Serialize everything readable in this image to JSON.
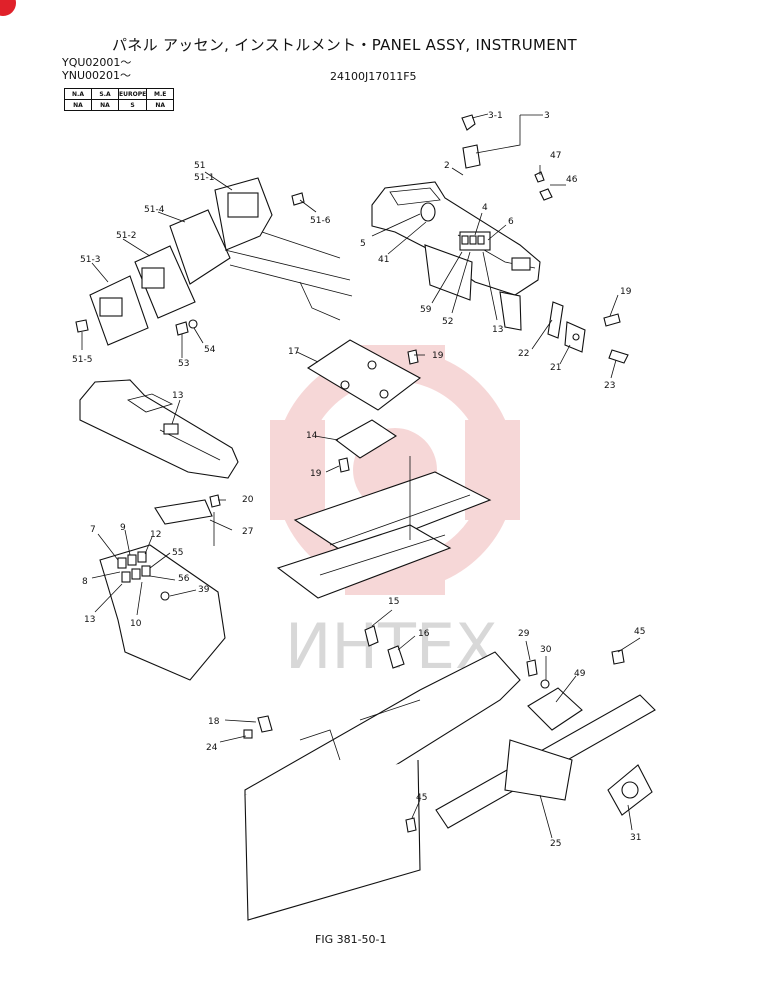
{
  "header": {
    "title": "パネル アッセン, インストルメント・PANEL ASSY, INSTRUMENT",
    "serial_1": "YQU02001～",
    "serial_2": "YNU00201～",
    "part_code": "24100J17011F5"
  },
  "applicability": {
    "headers": [
      "N.A",
      "S.A",
      "EUROPE",
      "M.E"
    ],
    "values": [
      "NA",
      "NA",
      "S",
      "NA"
    ]
  },
  "callouts": {
    "c3_1": "3-1",
    "c3": "3",
    "c2": "2",
    "c47": "47",
    "c46": "46",
    "c4": "4",
    "c6": "6",
    "c5": "5",
    "c41": "41",
    "c59": "59",
    "c52": "52",
    "c13a": "13",
    "c19a": "19",
    "c22": "22",
    "c21": "21",
    "c23": "23",
    "c51": "51",
    "c51_1": "51-1",
    "c51_4": "51-4",
    "c51_6": "51-6",
    "c51_2": "51-2",
    "c51_3": "51-3",
    "c51_5": "51-5",
    "c53": "53",
    "c54": "54",
    "c17": "17",
    "c19b": "19",
    "c14": "14",
    "c19c": "19",
    "c13b": "13",
    "c20": "20",
    "c27": "27",
    "c7": "7",
    "c9": "9",
    "c12": "12",
    "c55": "55",
    "c8": "8",
    "c56": "56",
    "c39": "39",
    "c13c": "13",
    "c10": "10",
    "c15": "15",
    "c16": "16",
    "c29": "29",
    "c30": "30",
    "c49": "49",
    "c45a": "45",
    "c18": "18",
    "c24": "24",
    "c45b": "45",
    "c25": "25",
    "c31": "31"
  },
  "watermark": {
    "text": "ИНТЕХ",
    "color": "#f2c6c6"
  },
  "footer": {
    "figure": "FIG 381-50-1"
  }
}
